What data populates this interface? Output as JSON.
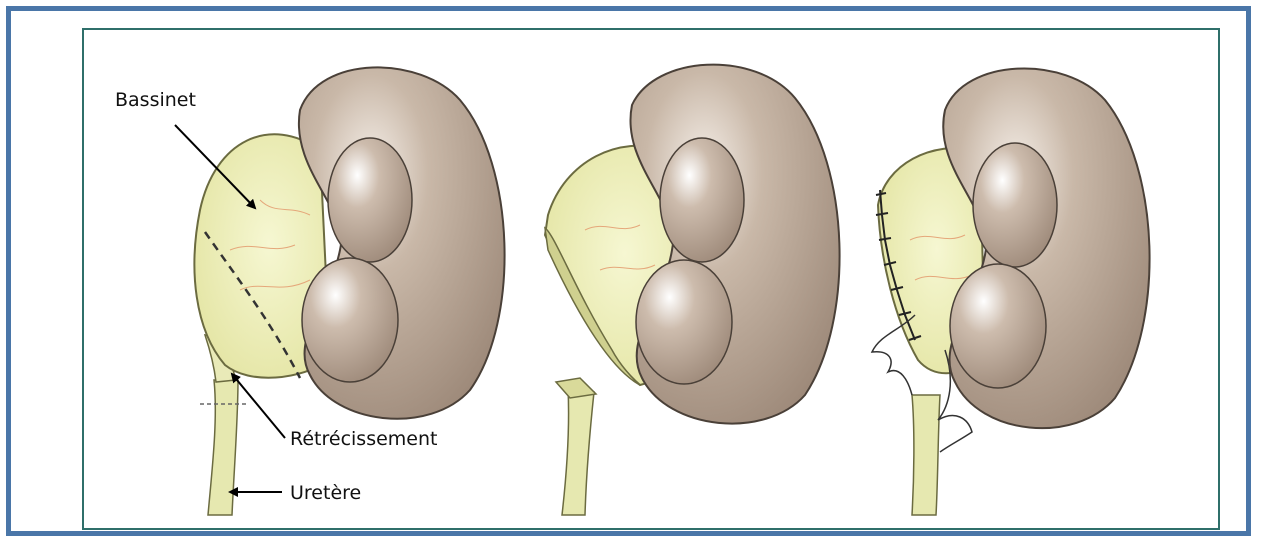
{
  "labels": {
    "bassinet": "Bassinet",
    "retrecissement": "Rétrécissement",
    "uretere": "Uretère"
  },
  "colors": {
    "frame_outer": "#4a76a8",
    "frame_inner": "#2f6f6a",
    "kidney": "#b7a595",
    "pelvis": "#eeefb9",
    "ureter": "#e6e8b0"
  }
}
